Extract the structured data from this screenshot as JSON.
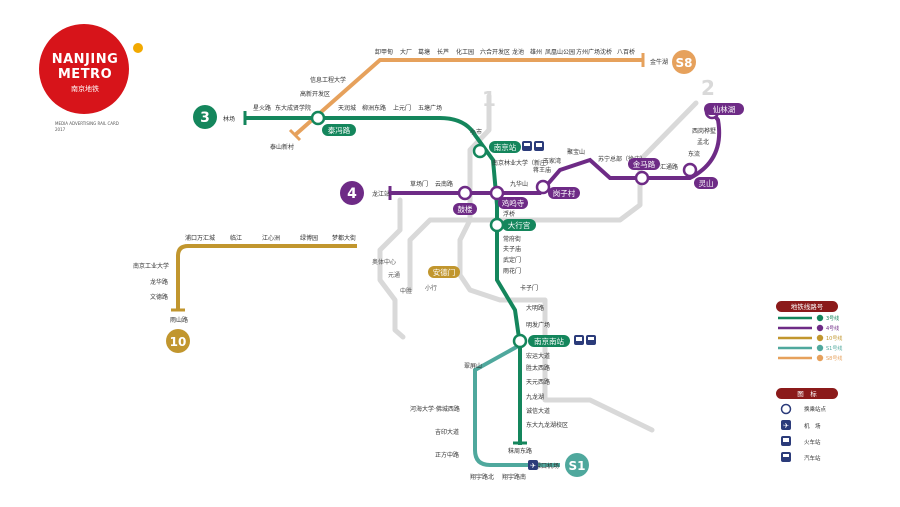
{
  "brand": {
    "name_line1": "NANJING",
    "name_line2": "METRO",
    "name_cn": "南京地铁",
    "subtitle": "MEDIA ADVERTISING RAIL CARD",
    "year": "2017",
    "colors": {
      "red": "#d7141a",
      "dot": "#f2a900"
    }
  },
  "lines": [
    {
      "id": "line1",
      "badge": "1",
      "color": "#d8d8d8"
    },
    {
      "id": "line2",
      "badge": "2",
      "color": "#d8d8d8"
    },
    {
      "id": "line3",
      "badge": "3",
      "color": "#14865c"
    },
    {
      "id": "line4",
      "badge": "4",
      "color": "#6e2b86"
    },
    {
      "id": "line10",
      "badge": "10",
      "color": "#c1962e"
    },
    {
      "id": "lineS1",
      "badge": "S1",
      "color": "#4fa89d"
    },
    {
      "id": "lineS8",
      "badge": "S8",
      "color": "#e6a15c"
    }
  ],
  "stations": {
    "s8": [
      "卸甲甸",
      "大厂",
      "葛塘",
      "长芦",
      "化工园",
      "六合开发区",
      "龙池",
      "雄州",
      "凤凰山公园",
      "方州广场",
      "沈桥",
      "八百桥",
      "金牛湖",
      "信息工程大学",
      "高新开发区",
      "泰山新村"
    ],
    "l3": [
      "林场",
      "星火路",
      "东大成贤学院",
      "泰冯路",
      "天润城",
      "柳洲东路",
      "上元门",
      "五塘广场",
      "小市",
      "南京站",
      "南京林业大学（新庄）",
      "鸡鸣寺",
      "浮桥",
      "大行宫",
      "常府街",
      "夫子庙",
      "武定门",
      "雨花门",
      "卡子门",
      "大明路",
      "明发广场",
      "南京南站",
      "宏运大道",
      "胜太西路",
      "天元西路",
      "九龙湖",
      "诚信大道",
      "东大九龙湖校区",
      "秣周东路"
    ],
    "l4": [
      "龙江站",
      "草场门",
      "云南路",
      "鼓楼",
      "九华山",
      "岗子村",
      "蒋王庙",
      "王家湾",
      "聚宝山",
      "苏宁总部（徐庄）",
      "金马路",
      "汇通路",
      "灵山",
      "东流",
      "孟北",
      "西岗桦墅",
      "仙林湖"
    ],
    "l10": [
      "雨山路",
      "文德路",
      "龙华路",
      "南京工业大学",
      "浦口万汇城",
      "临江",
      "江心洲",
      "绿博园",
      "梦都大街"
    ],
    "s1": [
      "翠屏山",
      "河海大学·佛城西路",
      "吉印大道",
      "正方中路",
      "翔宇路北",
      "翔宇路南",
      "禄口机场"
    ],
    "grey": [
      "奥体中心",
      "元通",
      "中胜",
      "小行",
      "安德门"
    ]
  },
  "legend": {
    "lines_title": "地铁线路号",
    "line_items": [
      "3号线",
      "4号线",
      "10号线",
      "S1号线",
      "S8号线"
    ],
    "symbols_title": "图　标",
    "symbol_items": [
      "换乘站点",
      "机　场",
      "火车站",
      "汽车站"
    ]
  }
}
